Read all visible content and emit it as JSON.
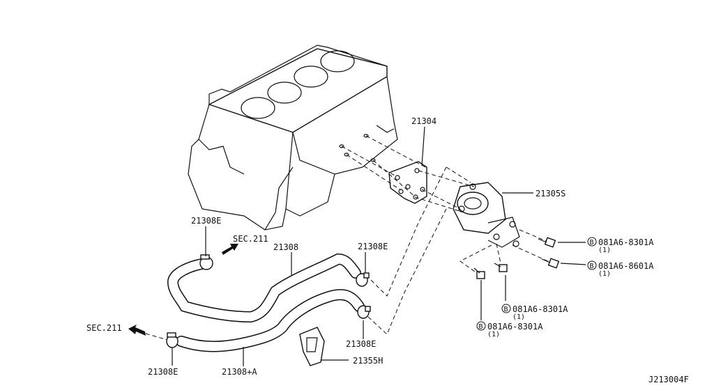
{
  "labels": {
    "oil_cooler_bracket": "21304",
    "oil_cooler_assy": "21305S",
    "hose_upper": "21308",
    "hose_lower": "21308+A",
    "clamp_left_upper": "21308E",
    "clamp_right_upper": "21308E",
    "clamp_right_lower": "21308E",
    "clamp_left_lower": "21308E",
    "hose_clip": "21355H",
    "sec_upper": "SEC.211",
    "sec_lower": "SEC.211",
    "diagram_id": "J213004F"
  },
  "bolts": [
    {
      "prefix": "B",
      "part": "081A6-8301A",
      "qty": "(1)"
    },
    {
      "prefix": "B",
      "part": "081A6-8601A",
      "qty": "(1)"
    },
    {
      "prefix": "B",
      "part": "081A6-8301A",
      "qty": "(1)"
    },
    {
      "prefix": "B",
      "part": "081A6-8301A",
      "qty": "(1)"
    }
  ]
}
